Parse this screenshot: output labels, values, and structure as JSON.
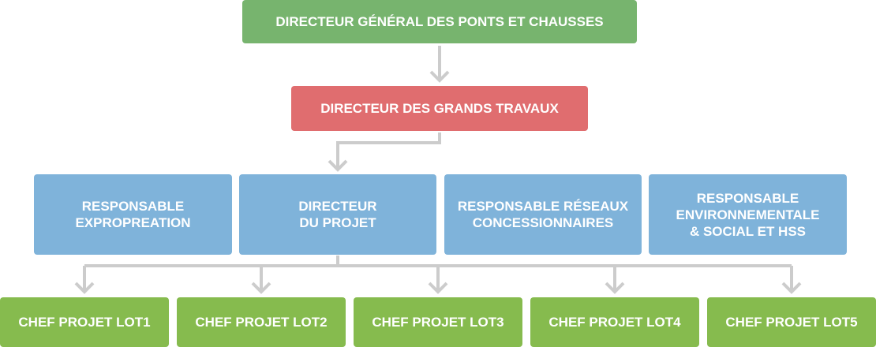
{
  "nodes": {
    "director_general": {
      "lines": [
        "DIRECTEUR GÉNÉRAL DES PONTS ET CHAUSSES"
      ]
    },
    "director_grands_travaux": {
      "lines": [
        "DIRECTEUR DES GRANDS TRAVAUX"
      ]
    },
    "responsable_expropriation": {
      "lines": [
        "RESPONSABLE",
        "EXPROPREATION"
      ]
    },
    "directeur_projet": {
      "lines": [
        "DIRECTEUR",
        "DU PROJET"
      ]
    },
    "responsable_reseaux": {
      "lines": [
        "RESPONSABLE RÉSEAUX",
        "CONCESSIONNAIRES"
      ]
    },
    "responsable_environnement": {
      "lines": [
        "RESPONSABLE",
        "ENVIRONNEMENTALE",
        "& SOCIAL ET HSS"
      ]
    },
    "chef_lot1": {
      "lines": [
        "CHEF PROJET LOT1"
      ]
    },
    "chef_lot2": {
      "lines": [
        "CHEF PROJET LOT2"
      ]
    },
    "chef_lot3": {
      "lines": [
        "CHEF PROJET LOT3"
      ]
    },
    "chef_lot4": {
      "lines": [
        "CHEF PROJET LOT4"
      ]
    },
    "chef_lot5": {
      "lines": [
        "CHEF PROJET LOT5"
      ]
    }
  },
  "colors": {
    "connector": "#cccccc",
    "top": "#77b46e",
    "second": "#e06d6f",
    "third": "#7fb3da",
    "bottom": "#86bb4e"
  }
}
